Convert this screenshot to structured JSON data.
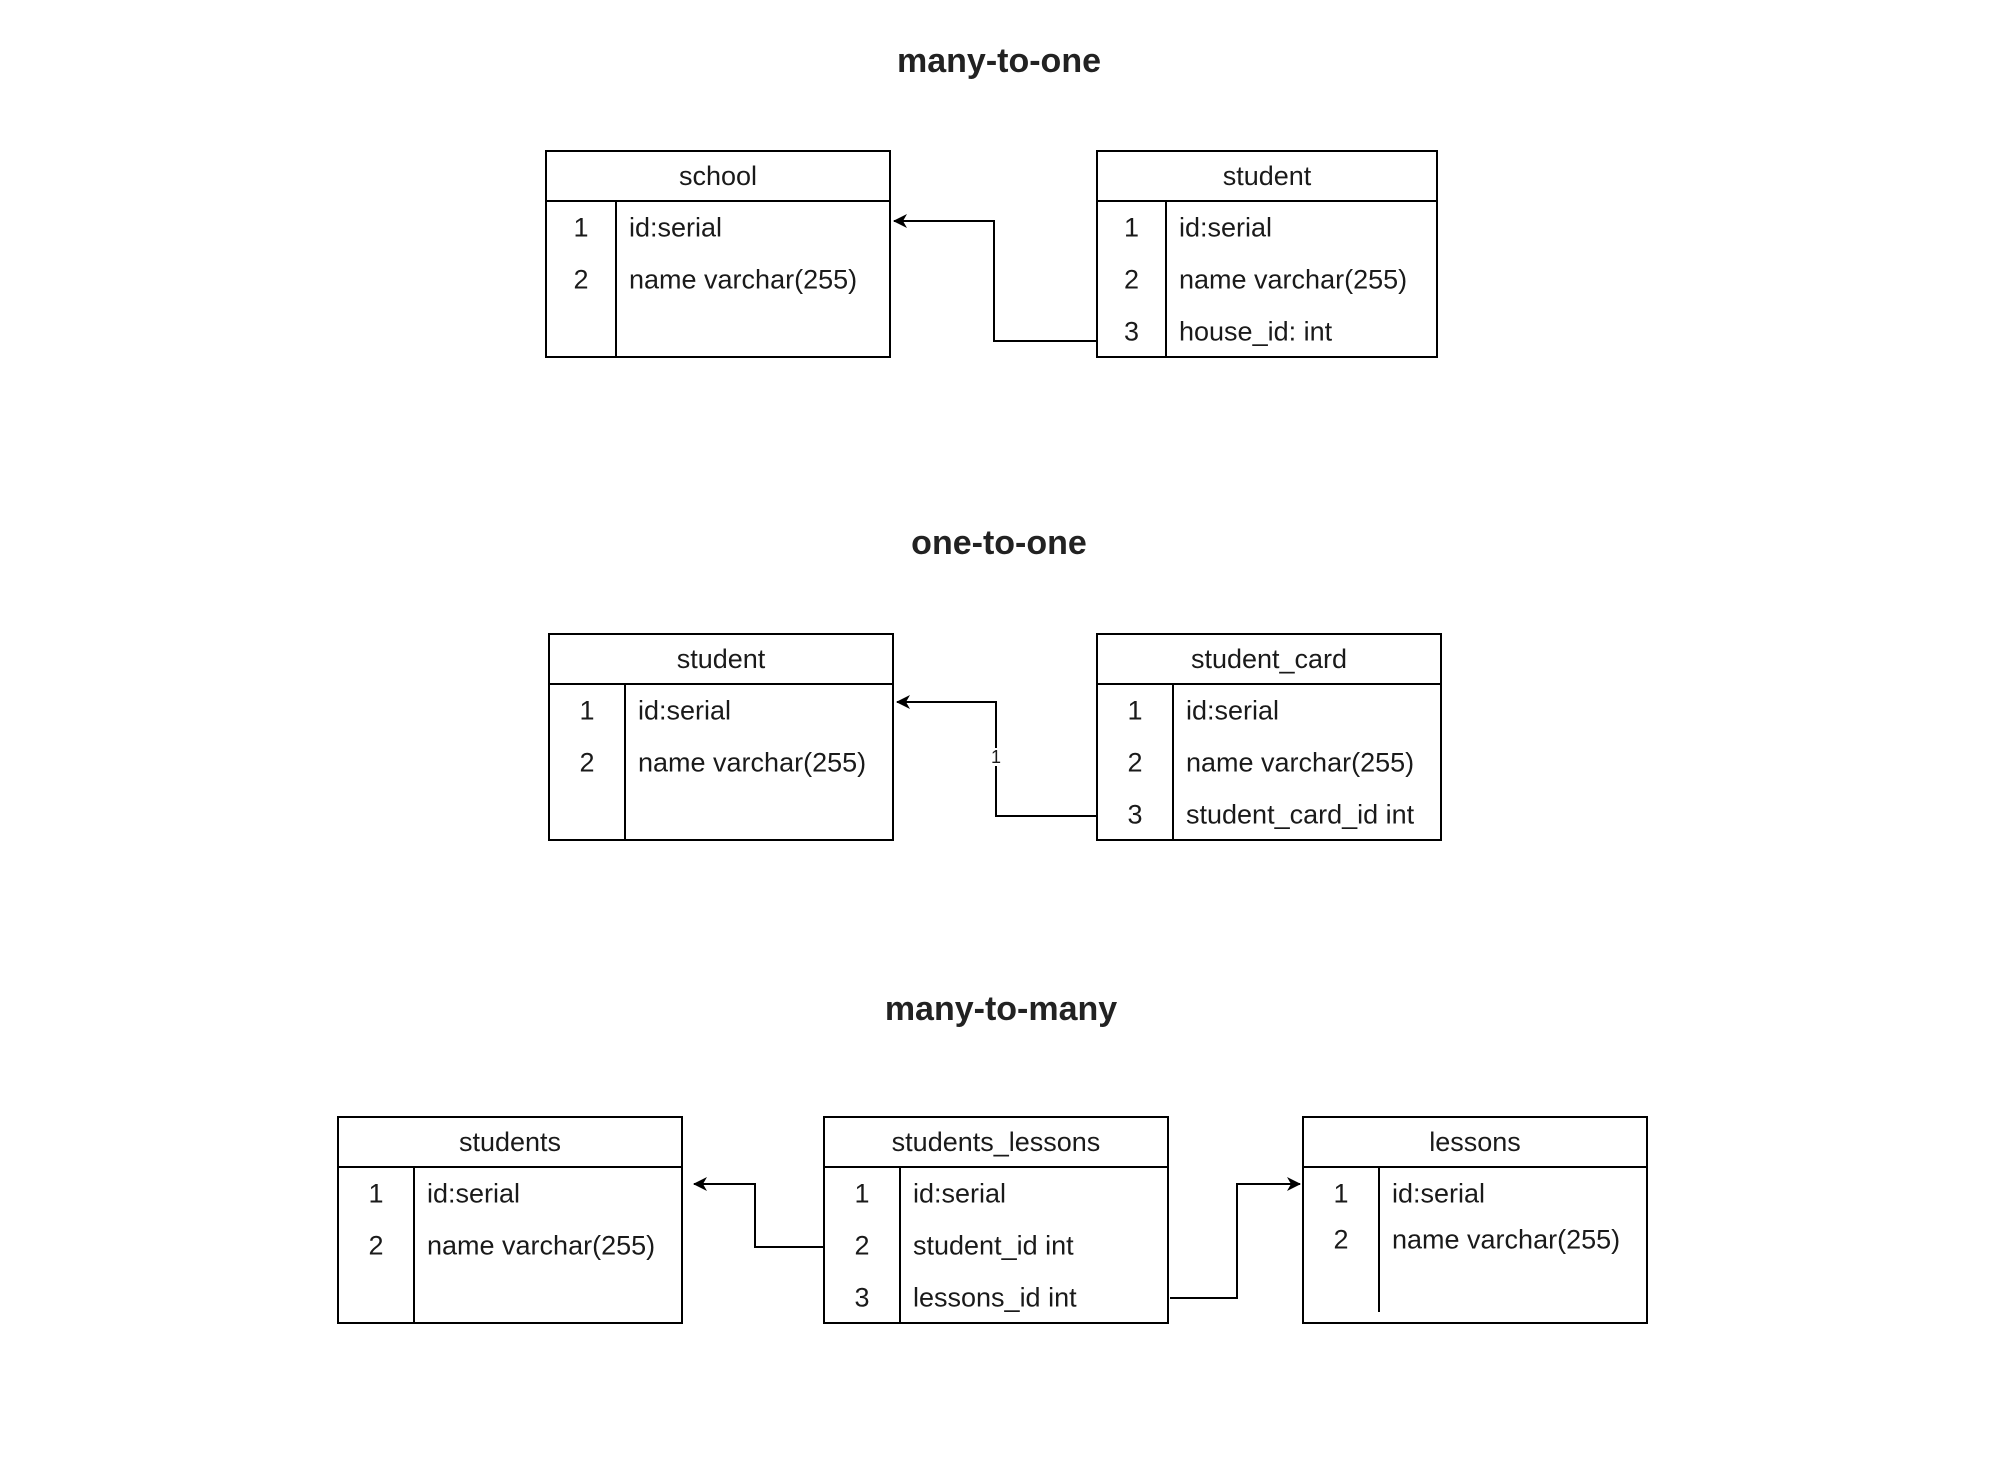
{
  "sections": {
    "many_to_one": {
      "title": "many-to-one",
      "school": {
        "name": "school",
        "rows": [
          {
            "num": "1",
            "field": "id:serial"
          },
          {
            "num": "2",
            "field": "name varchar(255)"
          }
        ]
      },
      "student": {
        "name": "student",
        "rows": [
          {
            "num": "1",
            "field": "id:serial"
          },
          {
            "num": "2",
            "field": "name varchar(255)"
          },
          {
            "num": "3",
            "field": "house_id: int"
          }
        ]
      }
    },
    "one_to_one": {
      "title": "one-to-one",
      "student": {
        "name": "student",
        "rows": [
          {
            "num": "1",
            "field": "id:serial"
          },
          {
            "num": "2",
            "field": "name varchar(255)"
          }
        ]
      },
      "student_card": {
        "name": "student_card",
        "rows": [
          {
            "num": "1",
            "field": "id:serial"
          },
          {
            "num": "2",
            "field": "name varchar(255)"
          },
          {
            "num": "3",
            "field": "student_card_id int"
          }
        ]
      },
      "edge_label": "1"
    },
    "many_to_many": {
      "title": "many-to-many",
      "students": {
        "name": "students",
        "rows": [
          {
            "num": "1",
            "field": "id:serial"
          },
          {
            "num": "2",
            "field": "name varchar(255)"
          }
        ]
      },
      "students_lessons": {
        "name": "students_lessons",
        "rows": [
          {
            "num": "1",
            "field": "id:serial"
          },
          {
            "num": "2",
            "field": "student_id int"
          },
          {
            "num": "3",
            "field": "lessons_id int"
          }
        ]
      },
      "lessons": {
        "name": "lessons",
        "rows": [
          {
            "num": "1",
            "field": "id:serial"
          },
          {
            "num": "2",
            "field": "name varchar(255)"
          }
        ]
      }
    }
  }
}
